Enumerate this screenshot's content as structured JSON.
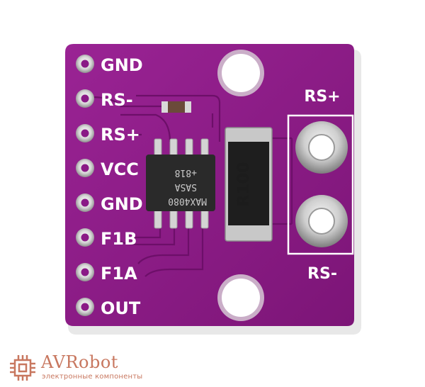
{
  "board": {
    "pin_labels": [
      "GND",
      "RS-",
      "RS+",
      "VCC",
      "GND",
      "F1B",
      "F1A",
      "OUT"
    ],
    "terminal_top_label": "RS+",
    "terminal_bottom_label": "RS-",
    "chip_line1": "MAX4080",
    "chip_line2": "SASA",
    "chip_line3": "+818",
    "resistor_label": "R100"
  },
  "watermark": {
    "name": "AVRobot",
    "tagline": "электронные компоненты",
    "logo_icon": "chip-logo-icon"
  },
  "colors": {
    "pcb": "#8a1a86",
    "silk": "#ffffff",
    "logo": "#c8775f"
  }
}
